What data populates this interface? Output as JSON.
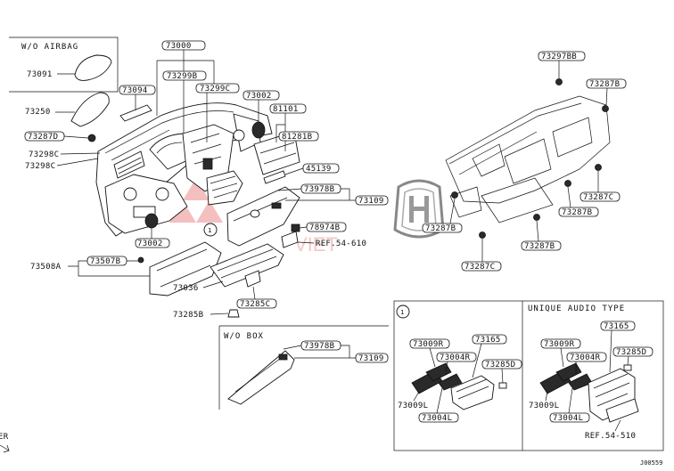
{
  "sections": {
    "wo_airbag": "W/O AIRBAG",
    "wo_box": "W/O BOX",
    "unique_audio": "UNIQUE AUDIO TYPE"
  },
  "callout_marker": "1",
  "labels": {
    "p73091": "73091",
    "p73000": "73000",
    "p73299B": "73299B",
    "p73299C": "73299C",
    "p73094": "73094",
    "p73002a": "73002",
    "p81101": "81101",
    "p73250": "73250",
    "p81281B": "81281B",
    "p73287D": "73287D",
    "p73298C_a": "73298C",
    "p73298C_b": "73298C",
    "p45139": "45139",
    "p73978B": "73978B",
    "p73109a": "73109",
    "p73002b": "73002",
    "p78974B": "78974B",
    "ref5461": "REF.54-610",
    "p73508A": "73508A",
    "p73507B": "73507B",
    "p73036": "73036",
    "p73285C": "73285C",
    "p73285B": "73285B",
    "p73978B_b": "73978B",
    "p73109b": "73109",
    "p73297BB": "73297BB",
    "p73287B_1": "73287B",
    "p73287C_1": "73287C",
    "p73287B_2": "73287B",
    "p73287B_3": "73287B",
    "p73287B_4": "73287B",
    "p73287C_2": "73287C",
    "d_73009R": "73009R",
    "d_73165": "73165",
    "d_73004R": "73004R",
    "d_73285D": "73285D",
    "d_73009L": "73009L",
    "d_73004L": "73004L",
    "u_73009R": "73009R",
    "u_73165": "73165",
    "u_73285D": "73285D",
    "u_73004R": "73004R",
    "u_73009L": "73009L",
    "u_73004L": "73004L",
    "ref54510": "REF.54-510",
    "corner_id": "J00559",
    "edge_text": "ER"
  },
  "watermark": {
    "text_a": "AN",
    "text_b": "VIET"
  }
}
